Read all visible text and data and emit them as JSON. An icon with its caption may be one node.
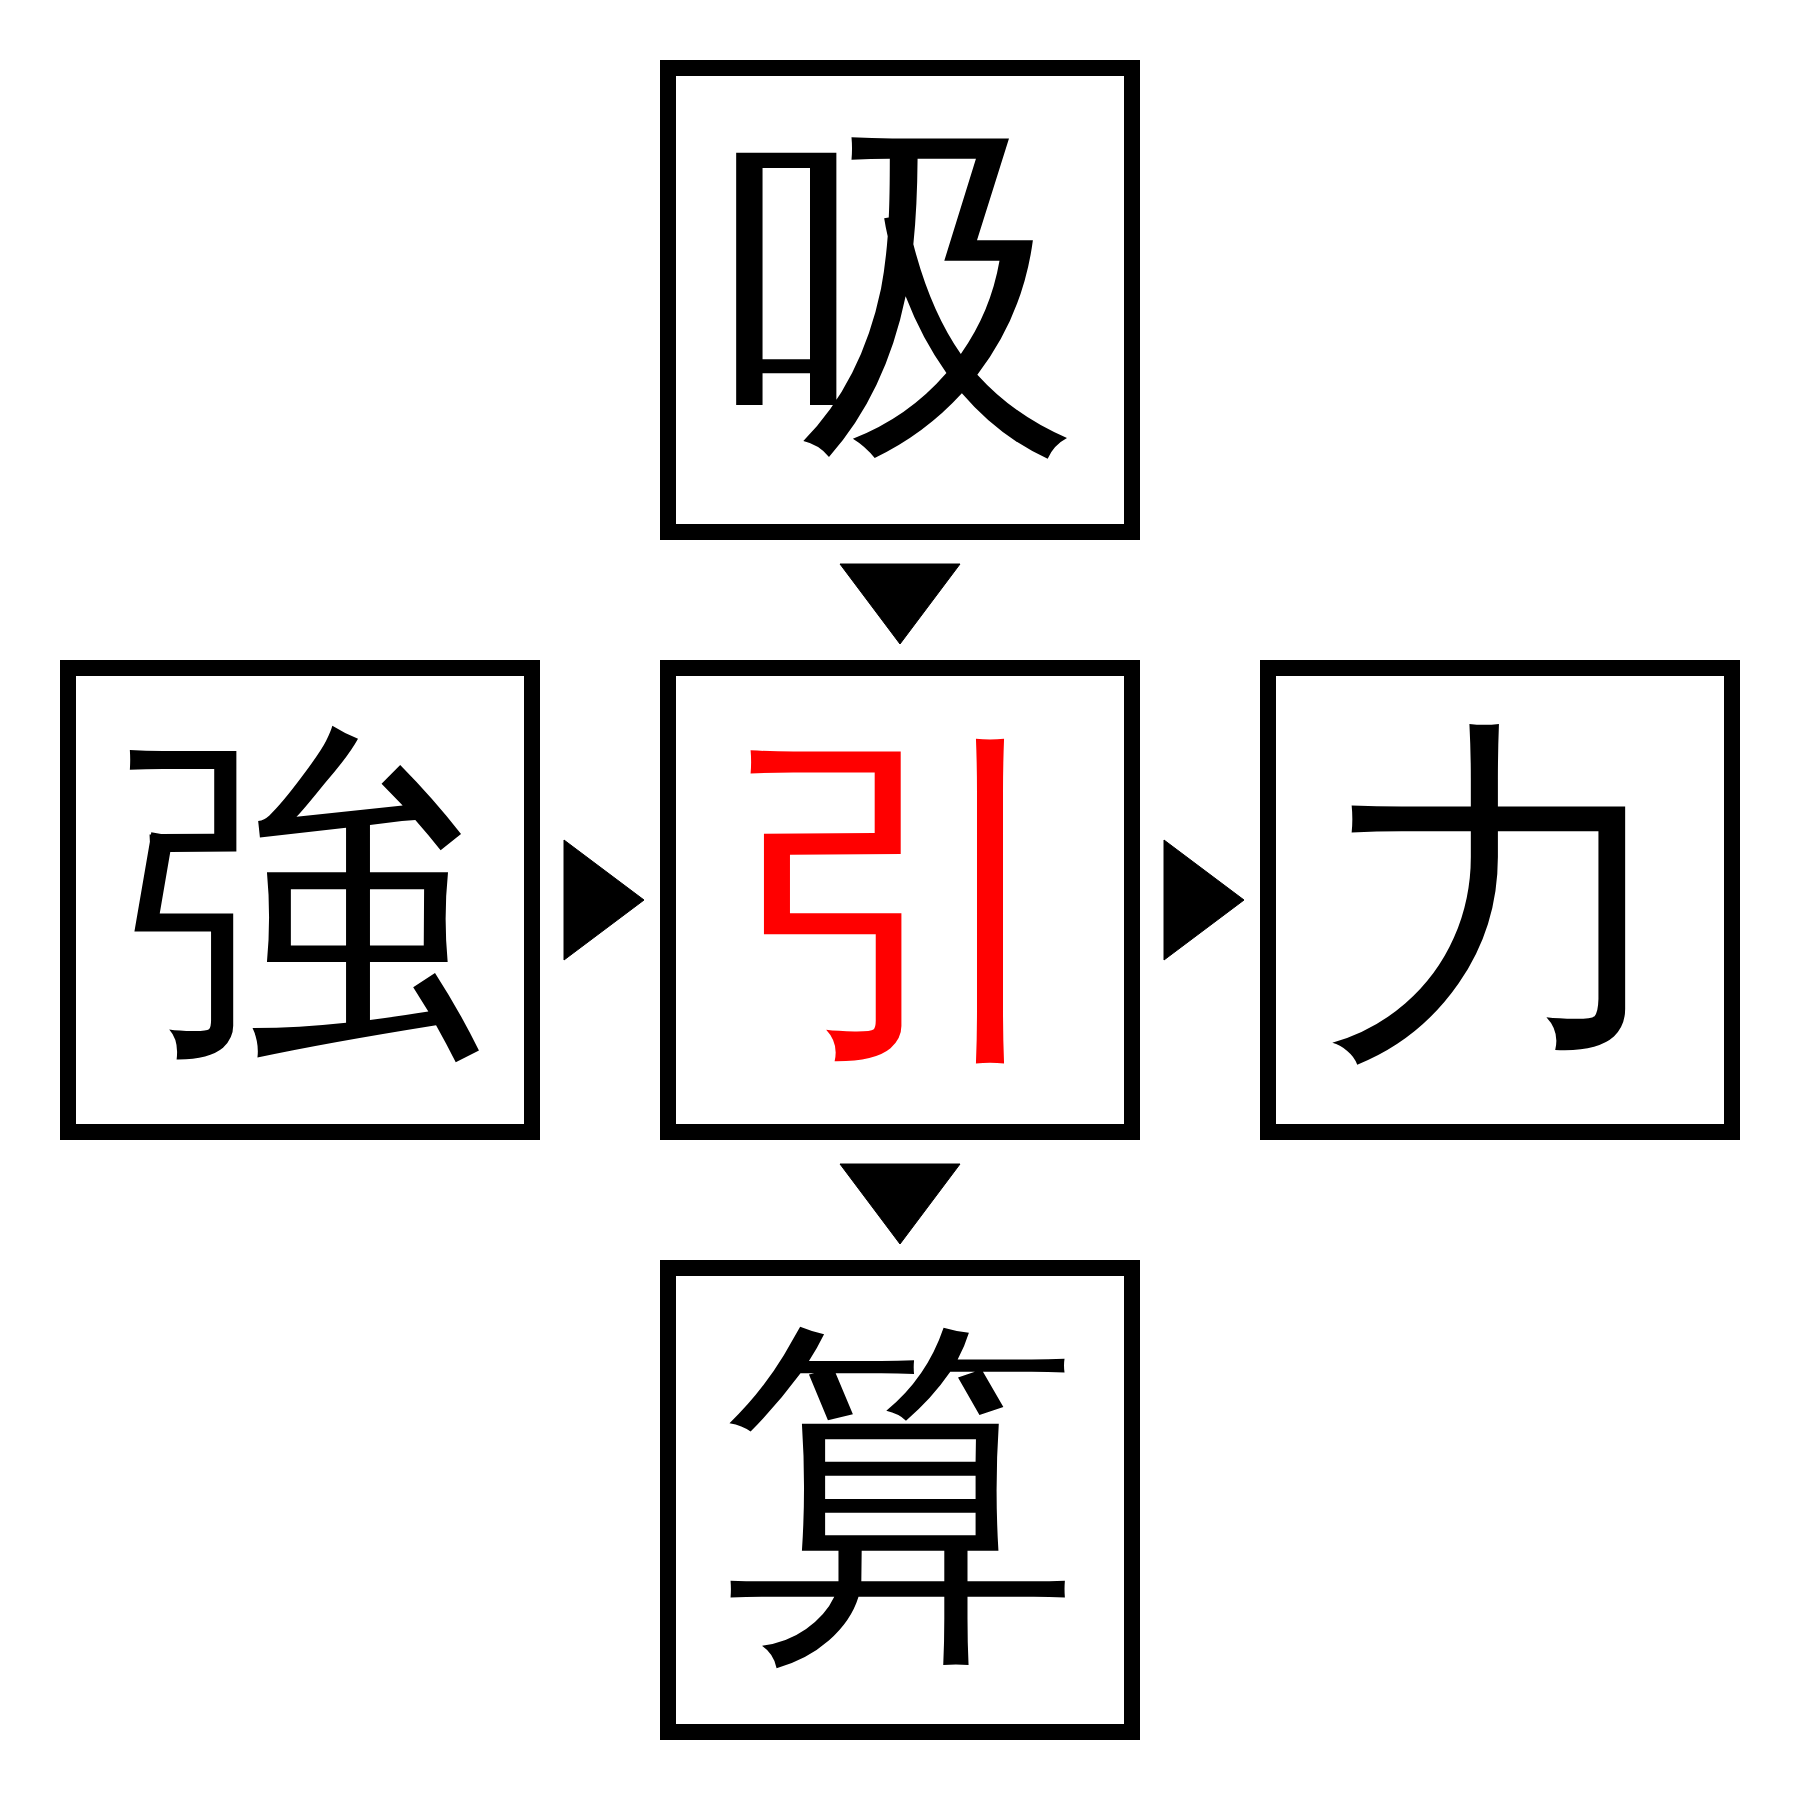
{
  "diagram": {
    "nodes": [
      {
        "text": [
          "吸"
        ]
      },
      {
        "text": [
          "強"
        ]
      },
      {
        "text": [
          "引"
        ]
      },
      {
        "text": [
          "力"
        ]
      },
      {
        "text": [
          "算"
        ]
      }
    ],
    "edges": [
      {
        "from": 0,
        "to": 2,
        "arrow": "to"
      },
      {
        "from": 1,
        "to": 2,
        "arrow": "to"
      },
      {
        "from": 2,
        "to": 3,
        "arrow": "to"
      },
      {
        "from": 2,
        "to": 4,
        "arrow": "to"
      }
    ]
  }
}
